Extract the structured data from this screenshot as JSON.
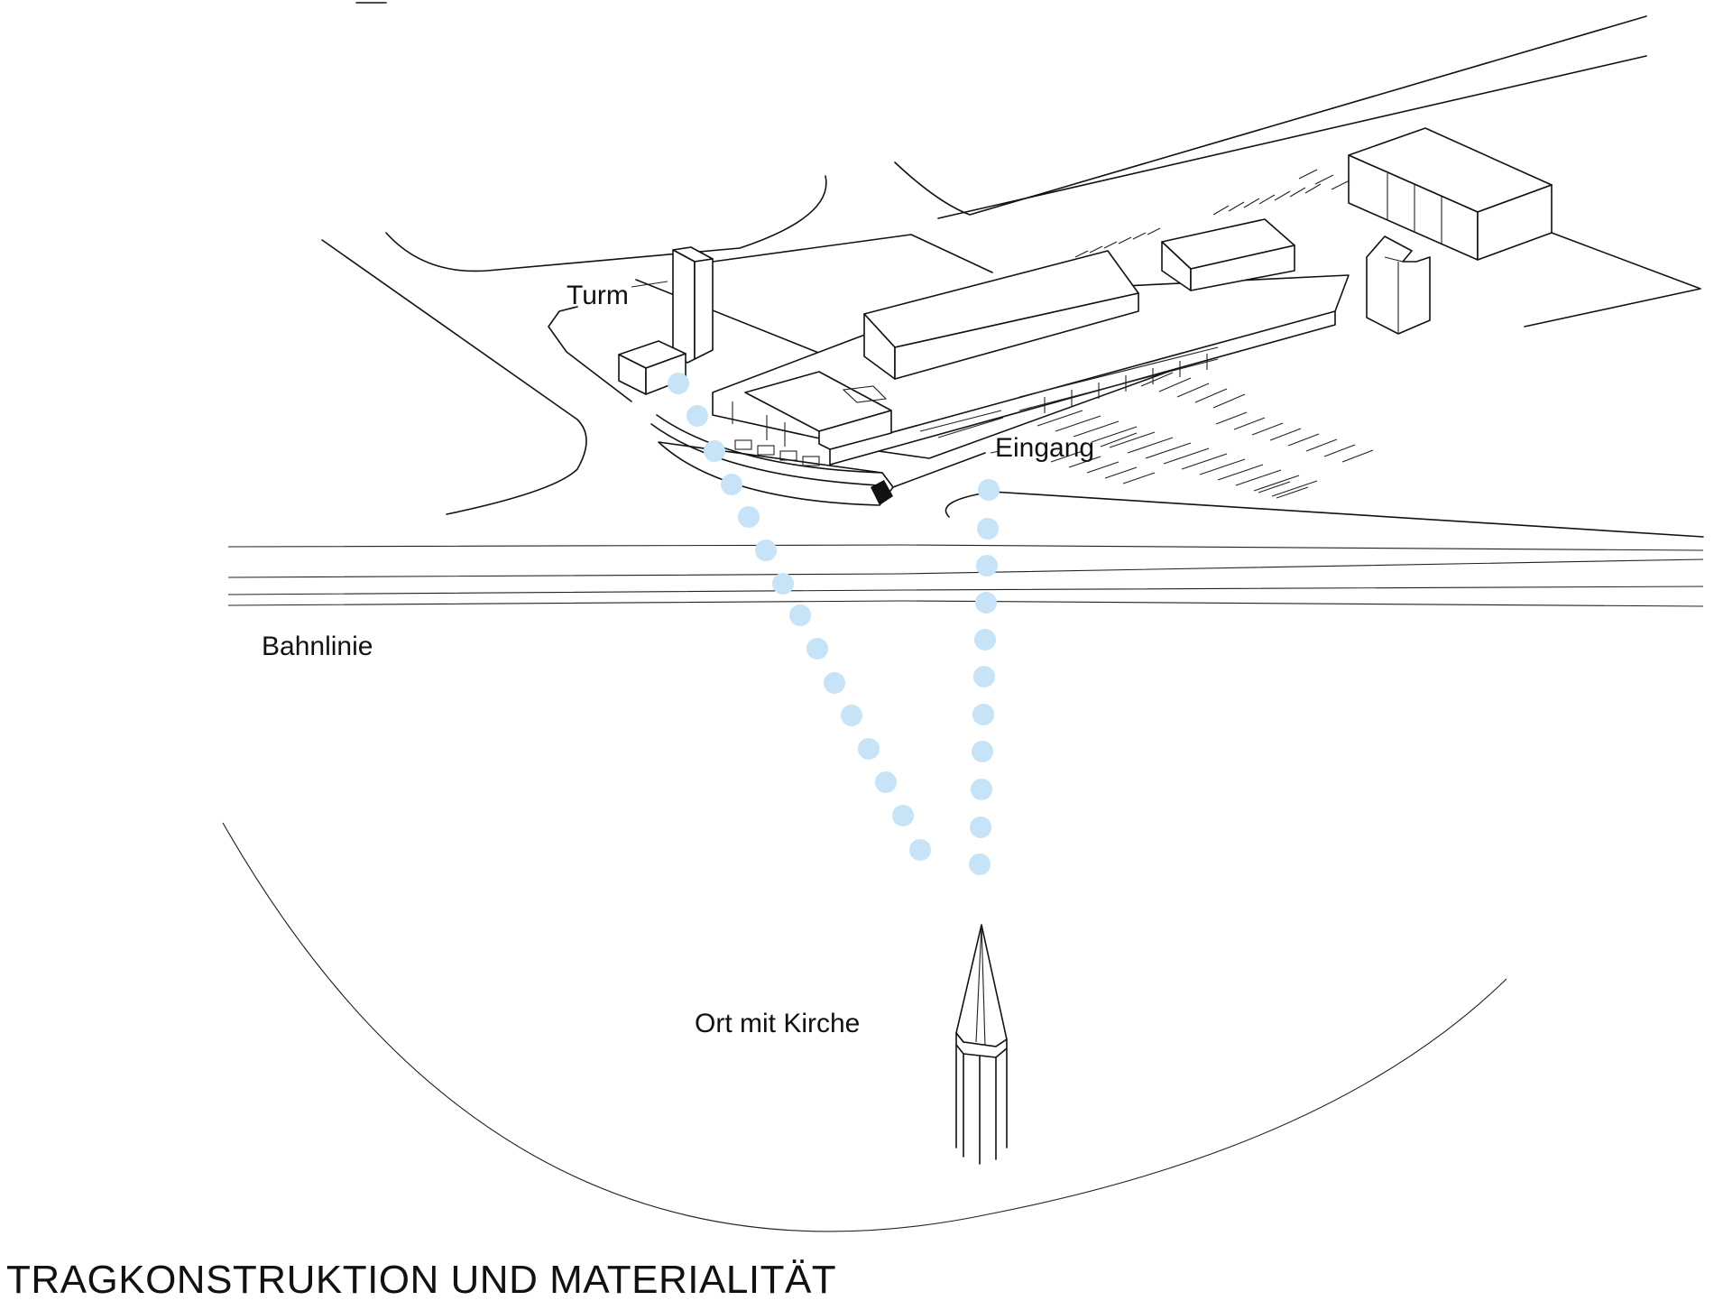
{
  "labels": {
    "tower": "Turm",
    "entrance": "Eingang",
    "railway": "Bahnlinie",
    "village": "Ort mit Kirche"
  },
  "heading": "TRAGKONSTRUKTION UND MATERIALITÄT",
  "colors": {
    "sightline_dots": "#c6e3f8",
    "line": "#111111",
    "background": "#ffffff"
  }
}
